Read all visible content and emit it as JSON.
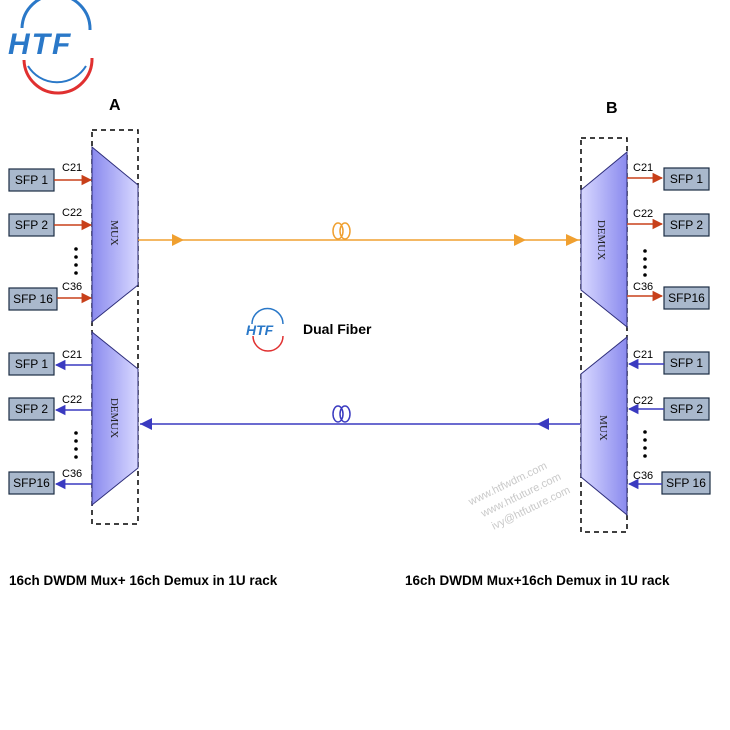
{
  "logo": {
    "text": "HTF"
  },
  "site_a": {
    "label": "A",
    "caption": "16ch DWDM Mux+ 16ch Demux in 1U rack"
  },
  "site_b": {
    "label": "B",
    "caption": "16ch DWDM Mux+16ch Demux in 1U rack"
  },
  "center": {
    "logo_text": "HTF",
    "title": "Dual Fiber"
  },
  "blocks": {
    "mux": "MUX",
    "demux": "DEMUX"
  },
  "a_tx": [
    {
      "sfp": "SFP 1",
      "ch": "C21"
    },
    {
      "sfp": "SFP 2",
      "ch": "C22"
    },
    {
      "sfp": "SFP 16",
      "ch": "C36"
    }
  ],
  "a_rx": [
    {
      "sfp": "SFP 1",
      "ch": "C21"
    },
    {
      "sfp": "SFP 2",
      "ch": "C22"
    },
    {
      "sfp": "SFP16",
      "ch": "C36"
    }
  ],
  "b_rx": [
    {
      "sfp": "SFP 1",
      "ch": "C21"
    },
    {
      "sfp": "SFP 2",
      "ch": "C22"
    },
    {
      "sfp": "SFP16",
      "ch": "C36"
    }
  ],
  "b_tx": [
    {
      "sfp": "SFP 1",
      "ch": "C21"
    },
    {
      "sfp": "SFP 2",
      "ch": "C22"
    },
    {
      "sfp": "SFP 16",
      "ch": "C36"
    }
  ],
  "watermark": [
    "www.htfwdm.com",
    "www.htfuture.com",
    "ivy@htfuture.com"
  ],
  "colors": {
    "tx_fiber": "#f0a030",
    "rx_fiber": "#3a3ac0",
    "tx_arrow": "#c8401a",
    "rx_arrow": "#3a3ac0",
    "logo_blue": "#2a78c8",
    "logo_red": "#e03030"
  }
}
